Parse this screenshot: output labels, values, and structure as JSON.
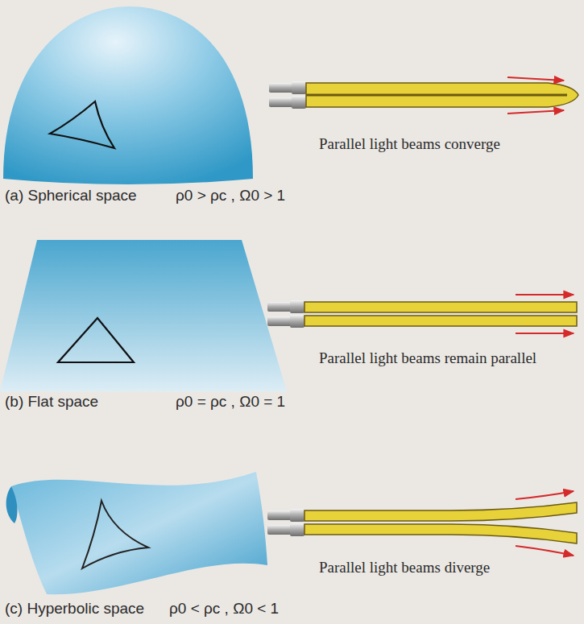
{
  "diagram": {
    "labels": [
      "Parallel light beams converge",
      "(a) Spherical space",
      "ρ0 > ρc , Ω0 > 1",
      "Parallel light beams remain parallel",
      "(b) Flat space",
      "ρ0 = ρc , Ω0 = 1",
      "Parallel light beams diverge",
      "(c) Hyperbolic space",
      "ρ0 < ρc , Ω0 < 1"
    ]
  }
}
